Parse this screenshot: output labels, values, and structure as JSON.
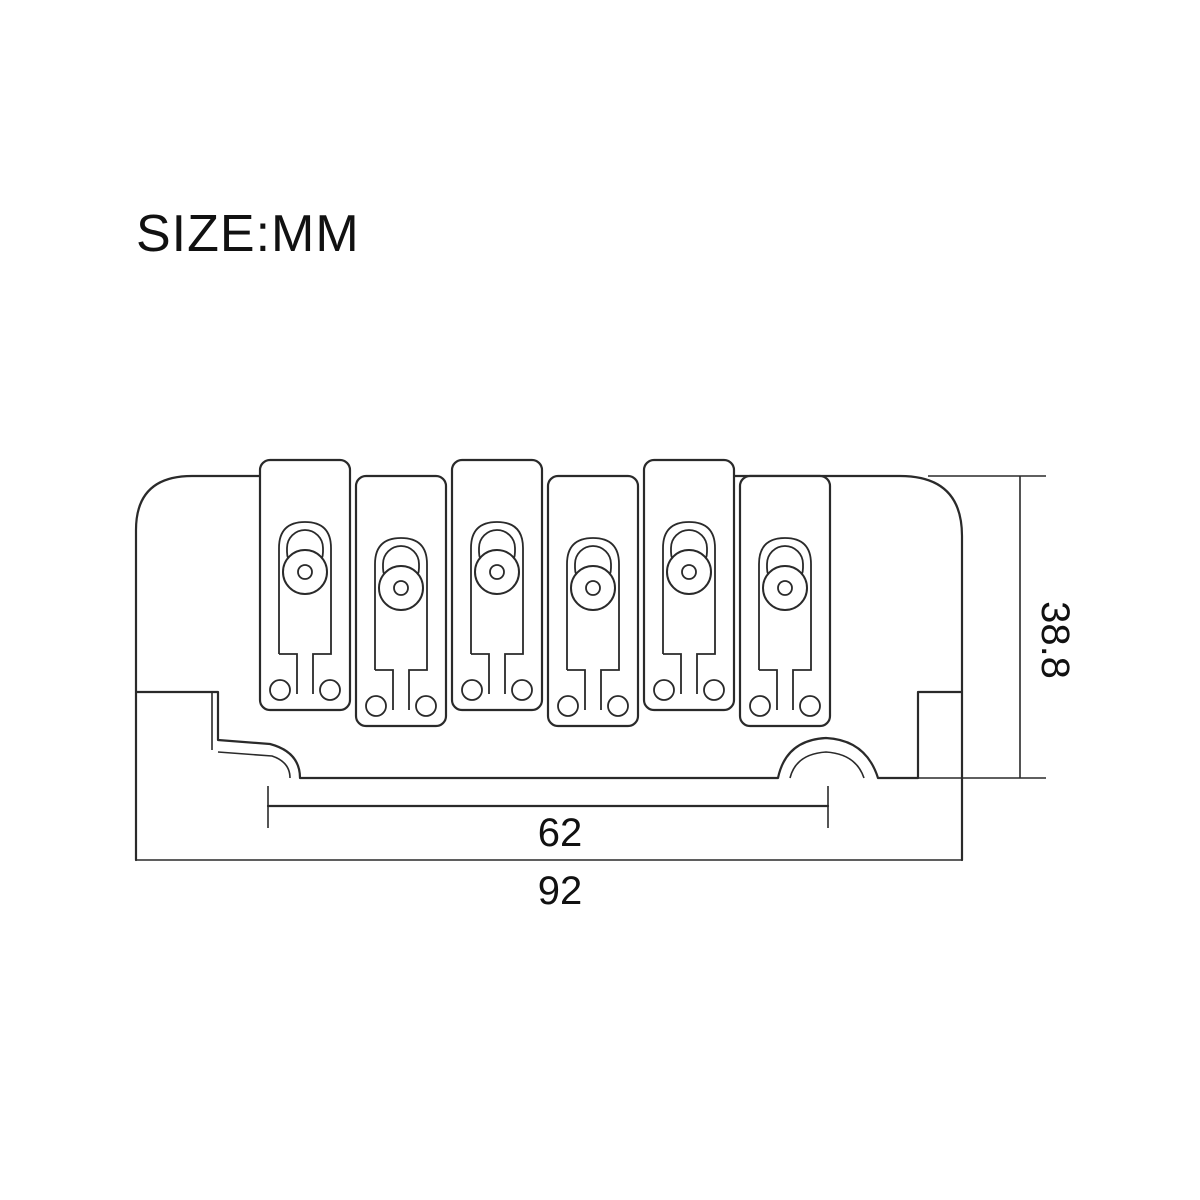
{
  "title": "SIZE:MM",
  "dimensions": {
    "height_label": "38.8",
    "inner_width_label": "62",
    "outer_width_label": "92"
  },
  "saddle_count": 6
}
